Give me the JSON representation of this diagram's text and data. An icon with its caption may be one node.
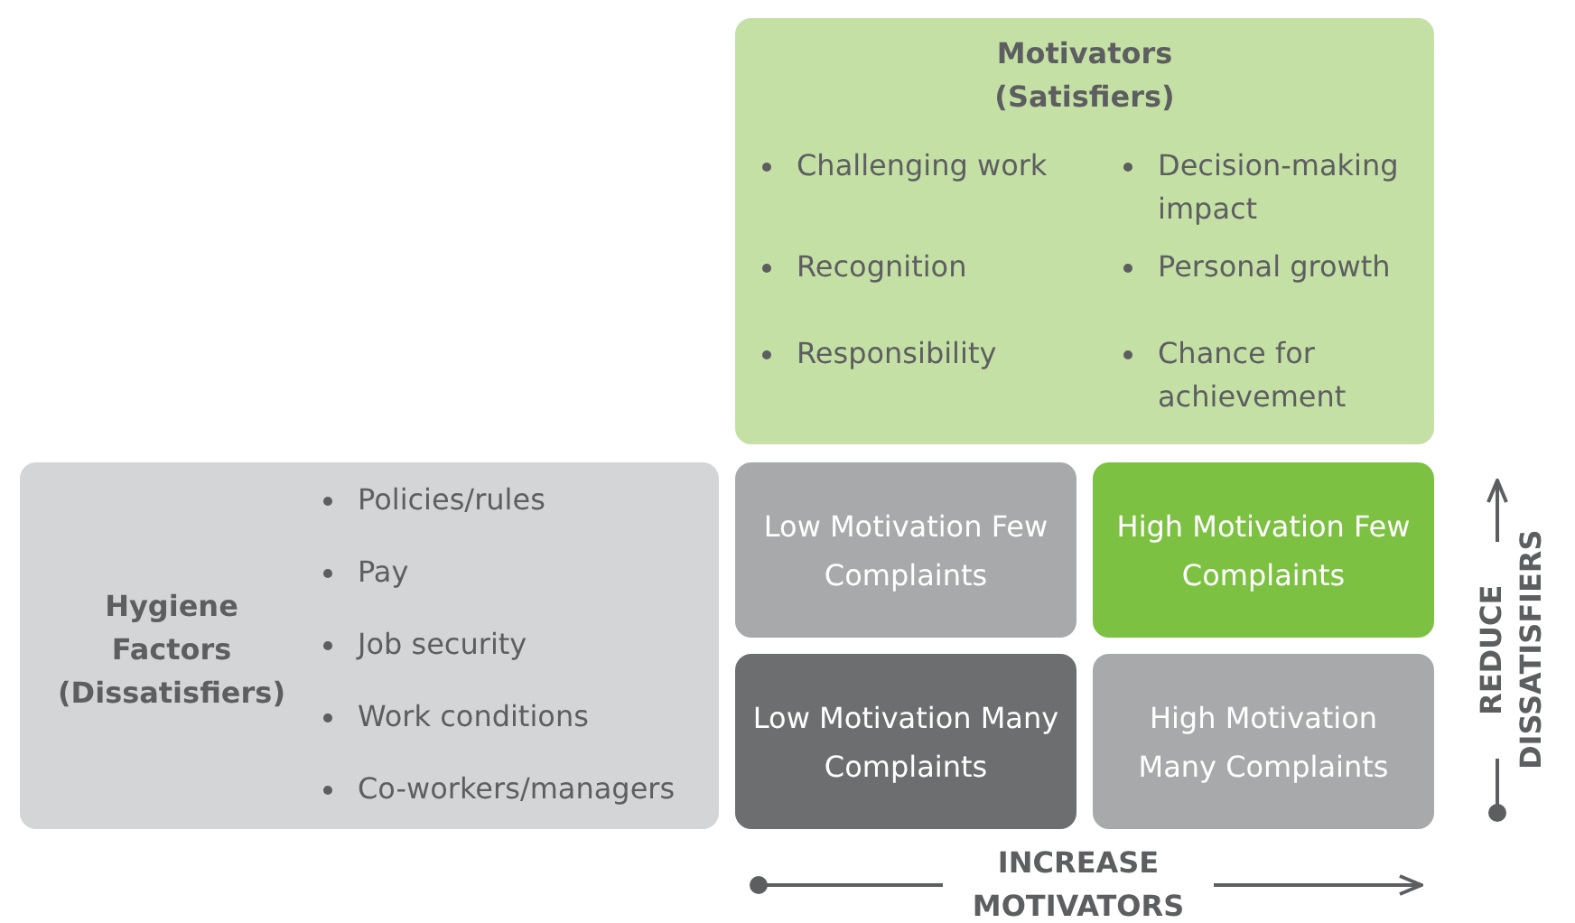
{
  "diagram": {
    "nodes": [
      {
        "text": [
          "Motivators (Satisfiers)",
          "Challenging work",
          "Decision-making impact",
          "Recognition",
          "Personal growth",
          "Responsibility",
          "Chance for achievement"
        ]
      },
      {
        "text": [
          "Hygiene Factors (Dissatisfiers)",
          "Policies/rules",
          "Pay",
          "Job security",
          "Work conditions",
          "Co-workers/managers"
        ]
      },
      {
        "text": [
          "Low Motivation Few Complaints"
        ]
      },
      {
        "text": [
          "High Motivation Few Complaints"
        ]
      },
      {
        "text": [
          "Low Motivation Many Complaints"
        ]
      },
      {
        "text": [
          "High Motivation Many Complaints"
        ]
      }
    ],
    "edges": [],
    "labels": [
      "REDUCE DISSATISFIERS",
      "INCREASE MOTIVATORS"
    ]
  }
}
